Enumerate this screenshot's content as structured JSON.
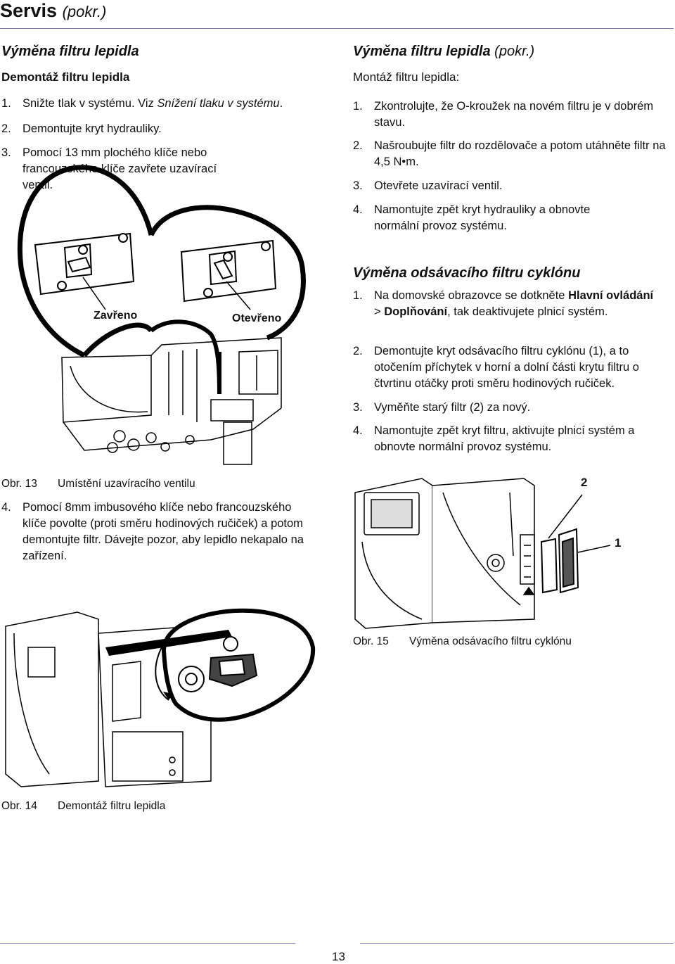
{
  "header": {
    "title": "Servis",
    "subtitle": "(pokr.)"
  },
  "left": {
    "section_title": "Výměna filtru lepidla",
    "subsection": "Demontáž filtru lepidla",
    "steps": [
      {
        "num": "1.",
        "pre": "Snižte tlak v systému. Viz ",
        "italic": "Snížení tlaku v systému",
        "post": "."
      },
      {
        "num": "2.",
        "text": "Demontujte kryt hydrauliky."
      },
      {
        "num": "3.",
        "text": "Pomocí 13 mm plochého klíče nebo francouzského klíče zavřete uzavírací ventil."
      }
    ],
    "fig13": {
      "label_closed": "Zavřeno",
      "label_open": "Otevřeno",
      "caption_num": "Obr. 13",
      "caption_text": "Umístění uzavíracího ventilu"
    },
    "step4": {
      "num": "4.",
      "text": "Pomocí 8mm imbusového klíče nebo francouzského klíče povolte (proti směru hodinových ručiček) a potom demontujte filtr. Dávejte pozor, aby lepidlo nekapalo na zařízení."
    },
    "fig14": {
      "caption_num": "Obr. 14",
      "caption_text": "Demontáž filtru lepidla"
    }
  },
  "right": {
    "section_title": "Výměna filtru lepidla",
    "section_title_suffix": "(pokr.)",
    "subsection": "Montáž filtru lepidla:",
    "steps": [
      {
        "num": "1.",
        "text": "Zkontrolujte, že O-kroužek na novém filtru je v dobrém stavu."
      },
      {
        "num": "2.",
        "text": "Našroubujte filtr do rozdělovače a potom utáhněte filtr na 4,5 N•m."
      },
      {
        "num": "3.",
        "text": "Otevřete uzavírací ventil."
      },
      {
        "num": "4.",
        "text": "Namontujte zpět kryt hydrauliky a obnovte normální provoz systému."
      }
    ],
    "section2_title": "Výměna odsávacího filtru cyklónu",
    "steps2": [
      {
        "num": "1.",
        "pre": "Na domovské obrazovce se dotkněte ",
        "b1": "Hlavní ovládání",
        "mid": " > ",
        "b2": "Doplňování",
        "post": ", tak deaktivujete plnicí systém."
      },
      {
        "num": "2.",
        "text": "Demontujte kryt odsávacího filtru cyklónu (1), a to otočením příchytek v horní a dolní části krytu filtru o čtvrtinu otáčky proti směru hodinových ručiček."
      },
      {
        "num": "3.",
        "text": "Vyměňte starý filtr (2) za nový."
      },
      {
        "num": "4.",
        "text": "Namontujte zpět kryt filtru, aktivujte plnicí systém a obnovte normální provoz systému."
      }
    ],
    "fig15": {
      "callout_2": "2",
      "callout_1": "1",
      "caption_num": "Obr. 15",
      "caption_text": "Výměna odsávacího filtru cyklónu"
    }
  },
  "footer": {
    "page_number": "13"
  }
}
